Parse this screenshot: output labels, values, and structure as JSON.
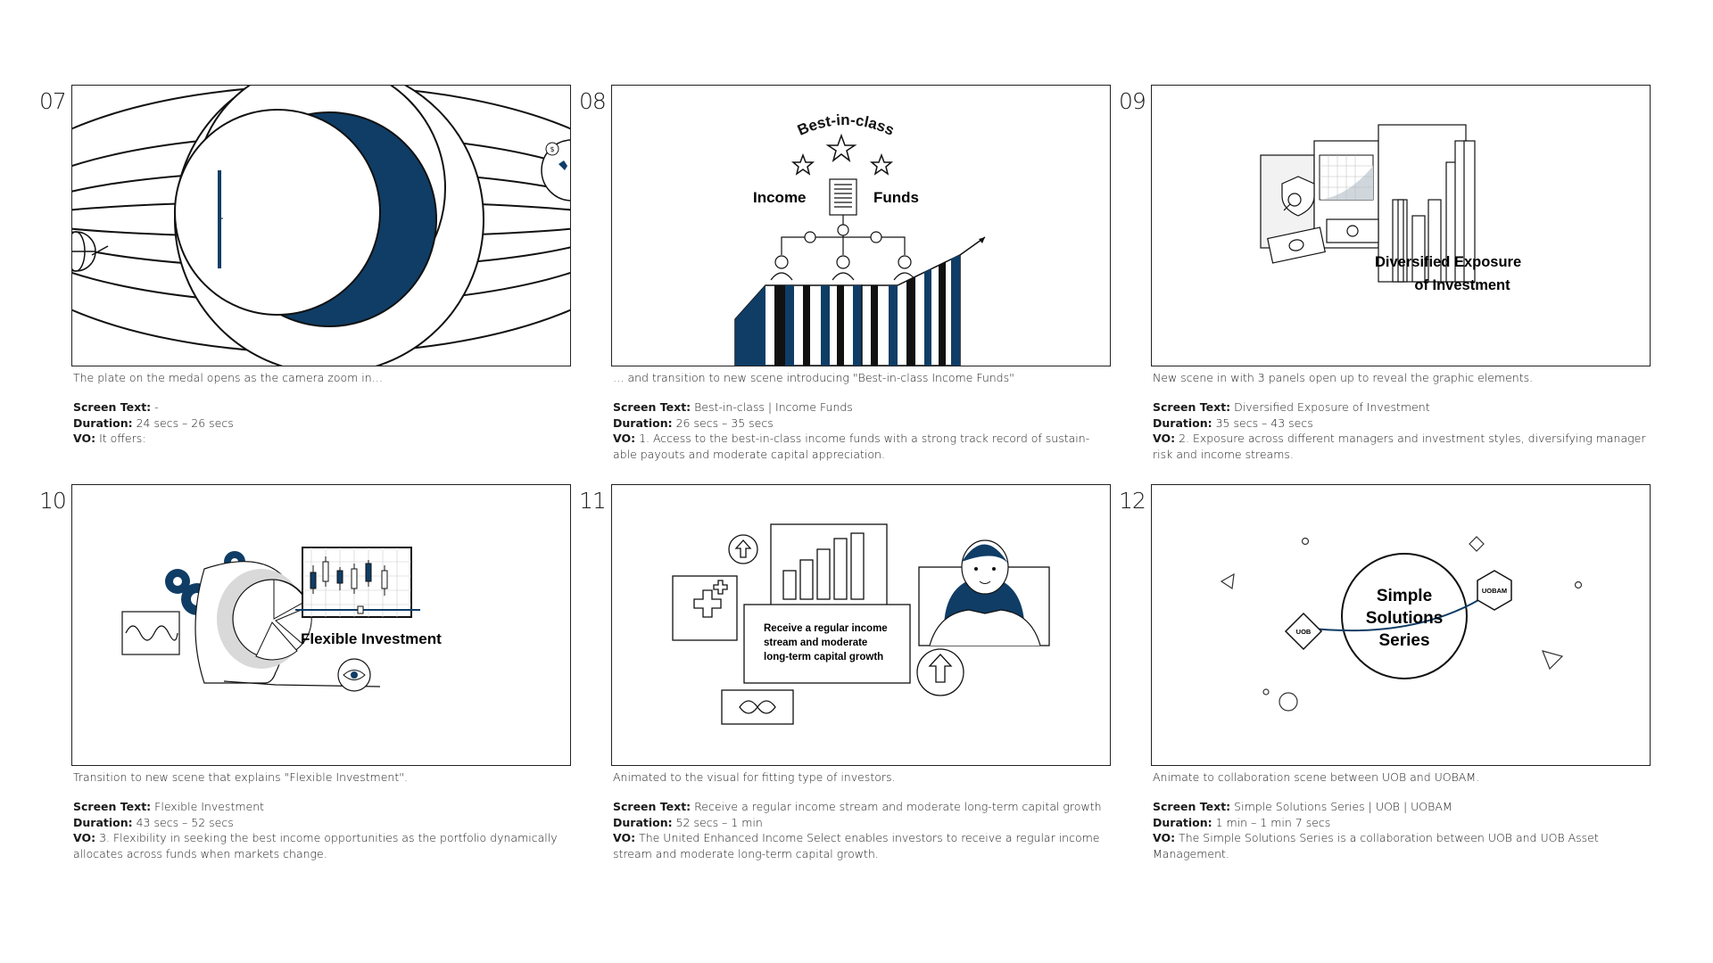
{
  "labels": {
    "screen_text": "Screen Text:",
    "duration": "Duration:",
    "vo": "VO:"
  },
  "panels": [
    {
      "num": "07",
      "desc": "The plate on the medal opens as the camera zoom in…",
      "screen_text": "-",
      "duration": "24 secs – 26 secs",
      "vo": "It offers:"
    },
    {
      "num": "08",
      "desc": "… and transition to new scene introducing \"Best-in-class Income Funds\"",
      "screen_text": "Best-in-class | Income Funds",
      "duration": "26 secs – 35 secs",
      "vo": "1. Access to the best-in-class income funds with a strong track record of sustain-able payouts and moderate capital appreciation.",
      "art": {
        "arc_title": "Best-in-class",
        "left_word": "Income",
        "right_word": "Funds",
        "coin": "$"
      }
    },
    {
      "num": "09",
      "desc": "New scene in with 3 panels open up to reveal the graphic elements.",
      "screen_text": "Diversified Exposure of Investment",
      "duration": "35 secs – 43 secs",
      "vo": "2. Exposure across different managers and investment styles, diversifying manager risk and income streams.",
      "art": {
        "line1": "Diversified Exposure",
        "line2": "of Investment"
      }
    },
    {
      "num": "10",
      "desc": "Transition to new scene that explains \"Flexible Investment\".",
      "screen_text": "Flexible Investment",
      "duration": "43 secs – 52 secs",
      "vo": "3. Flexibility in seeking the best income opportunities as the portfolio dynamically allocates across funds when markets change.",
      "art": {
        "title": "Flexible Investment"
      }
    },
    {
      "num": "11",
      "desc": "Animated to the visual for fitting type of investors.",
      "screen_text": "Receive a regular income stream and moderate long-term capital growth",
      "duration": "52 secs – 1 min",
      "vo": "The United Enhanced Income Select enables investors to receive a regular income stream and moderate long-term capital growth.",
      "art": {
        "l1": "Receive a regular income",
        "l2": "stream and moderate",
        "l3": "long-term capital growth"
      }
    },
    {
      "num": "12",
      "desc": "Animate to collaboration scene between UOB and UOBAM.",
      "screen_text": "Simple Solutions Series | UOB | UOBAM",
      "duration": "1 min – 1 min 7 secs",
      "vo": "The Simple Solutions Series is a collaboration between UOB and UOB Asset Management.",
      "art": {
        "l1": "Simple",
        "l2": "Solutions",
        "l3": "Series",
        "uob": "UOB",
        "uobam": "UOBAM"
      }
    }
  ],
  "colors": {
    "navy": "#0f3d66",
    "ink": "#1a1a1a"
  }
}
